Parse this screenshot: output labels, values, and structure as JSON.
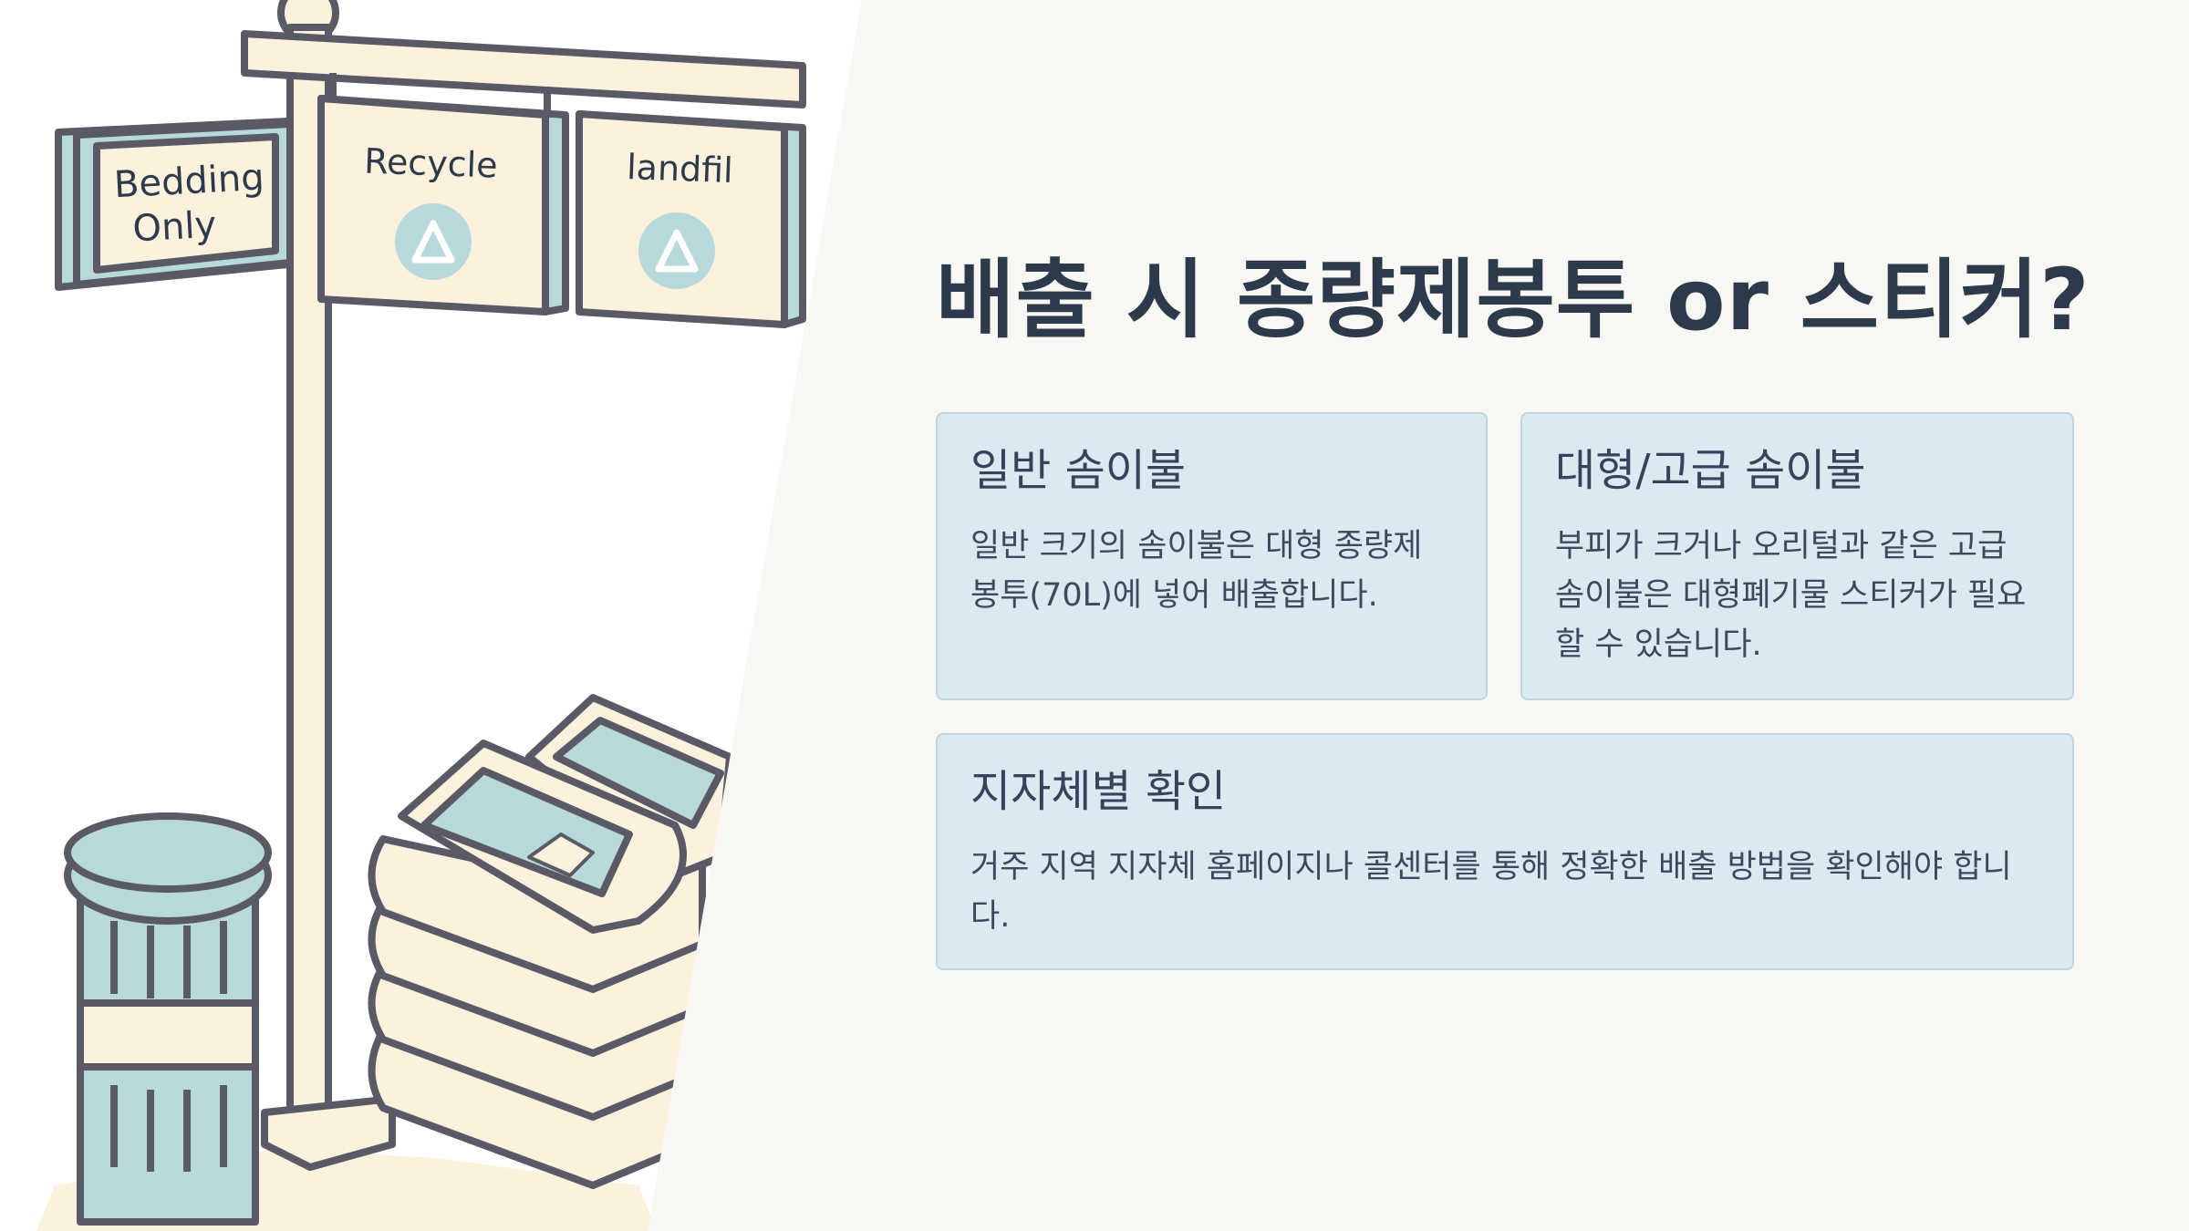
{
  "illustration": {
    "signs": [
      "Bedding\nOnly",
      "Recycle",
      "landfil"
    ],
    "icons": [
      "recycle-icon",
      "recycle-icon"
    ],
    "colors": {
      "cream": "#fcf1dc",
      "blue": "#b7d9dc",
      "outline": "#5a5a66"
    }
  },
  "title": "배출 시 종량제봉투 or 스티커?",
  "cards": [
    {
      "title": "일반 솜이불",
      "text": "일반 크기의 솜이불은 대형 종량제 봉투(70L)에 넣어 배출합니다."
    },
    {
      "title": "대형/고급 솜이불",
      "text": "부피가 크거나 오리털과 같은 고급 솜이불은 대형폐기물 스티커가 필요할 수 있습니다."
    },
    {
      "title": "지자체별 확인",
      "text": "거주 지역 지자체 홈페이지나 콜센터를 통해 정확한 배출 방법을 확인해야 합니다."
    }
  ],
  "colors": {
    "background": "#f9f7f4",
    "card": "#daeaf0",
    "card_border": "#bcd7e0",
    "title": "#2d3a4b"
  }
}
